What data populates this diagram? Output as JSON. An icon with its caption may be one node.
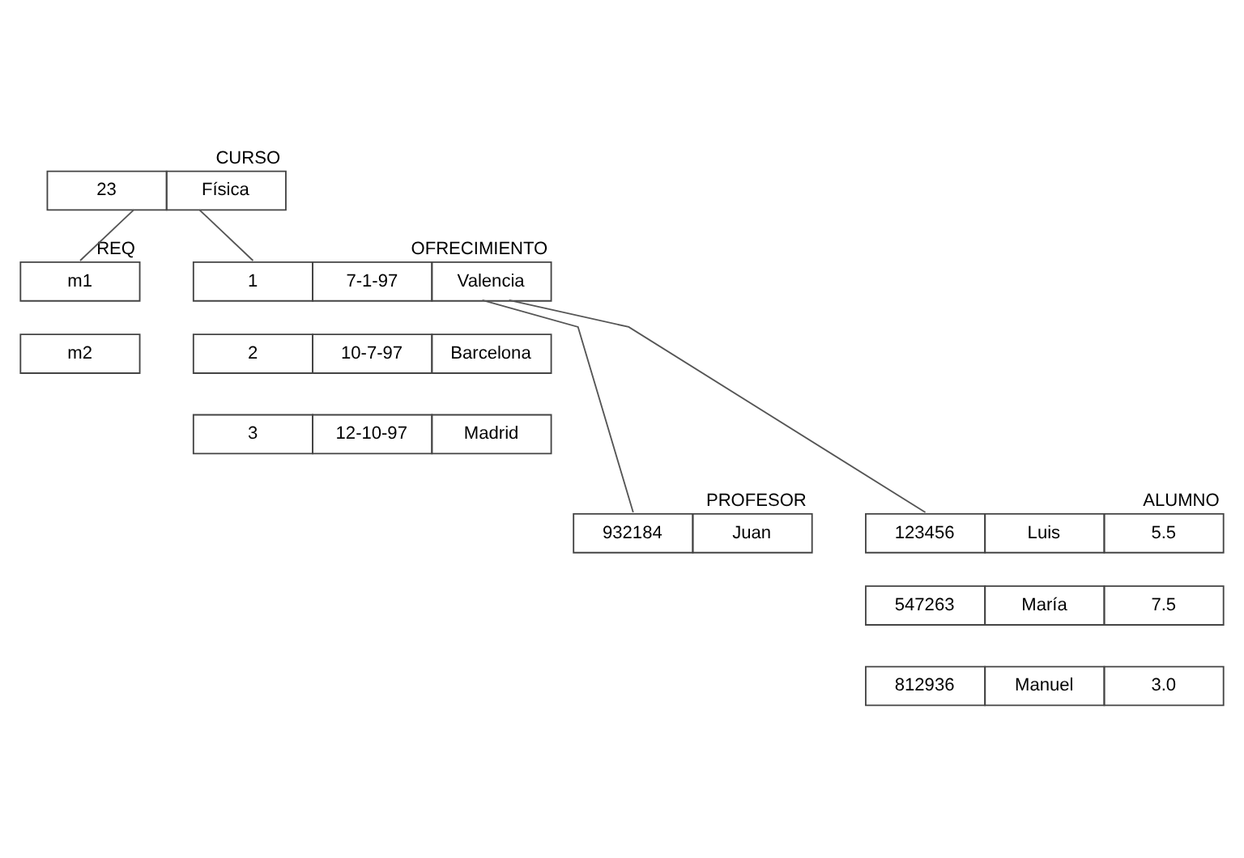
{
  "diagram": {
    "nodes": [
      {
        "text": [
          "23",
          "Física"
        ],
        "beside": [
          "CURSO"
        ]
      },
      {
        "text": [
          "m1"
        ],
        "beside": [
          "REQ"
        ]
      },
      {
        "text": [
          "m2"
        ]
      },
      {
        "text": [
          "1",
          "7-1-97",
          "Valencia"
        ],
        "beside": [
          "OFRECIMIENTO"
        ]
      },
      {
        "text": [
          "2",
          "10-7-97",
          "Barcelona"
        ]
      },
      {
        "text": [
          "3",
          "12-10-97",
          "Madrid"
        ]
      },
      {
        "text": [
          "932184",
          "Juan"
        ],
        "beside": [
          "PROFESOR"
        ]
      },
      {
        "text": [
          "123456",
          "Luis",
          "5.5"
        ],
        "beside": [
          "ALUMNO"
        ]
      },
      {
        "text": [
          "547263",
          "María",
          "7.5"
        ]
      },
      {
        "text": [
          "812936",
          "Manuel",
          "3.0"
        ]
      }
    ],
    "edges": [
      {
        "from": 0,
        "to": 1,
        "arrow": "none"
      },
      {
        "from": 0,
        "to": 3,
        "arrow": "none"
      },
      {
        "from": 3,
        "to": 6,
        "arrow": "none"
      },
      {
        "from": 3,
        "to": 7,
        "arrow": "none"
      }
    ]
  }
}
